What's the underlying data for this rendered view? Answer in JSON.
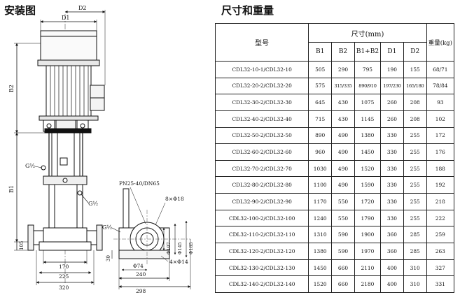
{
  "titles": {
    "install": "安装图",
    "table": "尺寸和重量"
  },
  "drawing": {
    "labels": {
      "d2": "D2",
      "d1": "D1",
      "b2": "B2",
      "b1": "B1",
      "g_upper_left": "G½",
      "g_right": "G½",
      "g_side": "G½",
      "dim_105": "105",
      "dim_30": "30",
      "dim_170": "170",
      "dim_225": "225",
      "dim_320": "320",
      "flange": "PN25-40/DN65",
      "holes_8": "8×Φ18",
      "dim_107": "Φ107",
      "dim_145": "Φ145",
      "dim_185": "Φ185",
      "dim_974": "Φ74",
      "holes_4": "4×Φ14",
      "dim_240": "240",
      "dim_298": "298"
    }
  },
  "table": {
    "header_model": "型号",
    "header_dimension": "尺寸(mm)",
    "header_weight": "重量(kg)",
    "columns": [
      "B1",
      "B2",
      "B1+B2",
      "D1",
      "D2"
    ],
    "rows": [
      {
        "model": "CDL32-10-1/CDL32-10",
        "b1": "505",
        "b2": "290",
        "b1b2": "795",
        "d1": "190",
        "d2": "155",
        "weight": "68/71"
      },
      {
        "model": "CDL32-20-2/CDL32-20",
        "b1": "575",
        "b2": "315/335",
        "b1b2": "890/910",
        "d1": "197/230",
        "d2": "165/180",
        "weight": "78/84"
      },
      {
        "model": "CDL32-30-2/CDL32-30",
        "b1": "645",
        "b2": "430",
        "b1b2": "1075",
        "d1": "260",
        "d2": "208",
        "weight": "93"
      },
      {
        "model": "CDL32-40-2/CDL32-40",
        "b1": "715",
        "b2": "430",
        "b1b2": "1145",
        "d1": "260",
        "d2": "208",
        "weight": "102"
      },
      {
        "model": "CDL32-50-2/CDL32-50",
        "b1": "890",
        "b2": "490",
        "b1b2": "1380",
        "d1": "330",
        "d2": "255",
        "weight": "172"
      },
      {
        "model": "CDL32-60-2/CDL32-60",
        "b1": "960",
        "b2": "490",
        "b1b2": "1450",
        "d1": "330",
        "d2": "255",
        "weight": "176"
      },
      {
        "model": "CDL32-70-2/CDL32-70",
        "b1": "1030",
        "b2": "490",
        "b1b2": "1520",
        "d1": "330",
        "d2": "255",
        "weight": "188"
      },
      {
        "model": "CDL32-80-2/CDL32-80",
        "b1": "1100",
        "b2": "490",
        "b1b2": "1590",
        "d1": "330",
        "d2": "255",
        "weight": "192"
      },
      {
        "model": "CDL32-90-2/CDL32-90",
        "b1": "1170",
        "b2": "550",
        "b1b2": "1720",
        "d1": "330",
        "d2": "255",
        "weight": "218"
      },
      {
        "model": "CDL32-100-2/CDL32-100",
        "b1": "1240",
        "b2": "550",
        "b1b2": "1790",
        "d1": "330",
        "d2": "255",
        "weight": "222"
      },
      {
        "model": "CDL32-110-2/CDL32-110",
        "b1": "1310",
        "b2": "590",
        "b1b2": "1900",
        "d1": "360",
        "d2": "285",
        "weight": "259"
      },
      {
        "model": "CDL32-120-2/CDL32-120",
        "b1": "1380",
        "b2": "590",
        "b1b2": "1970",
        "d1": "360",
        "d2": "285",
        "weight": "263"
      },
      {
        "model": "CDL32-130-2/CDL32-130",
        "b1": "1450",
        "b2": "660",
        "b1b2": "2110",
        "d1": "400",
        "d2": "310",
        "weight": "327"
      },
      {
        "model": "CDL32-140-2/CDL32-140",
        "b1": "1520",
        "b2": "660",
        "b1b2": "2180",
        "d1": "400",
        "d2": "310",
        "weight": "331"
      }
    ]
  }
}
